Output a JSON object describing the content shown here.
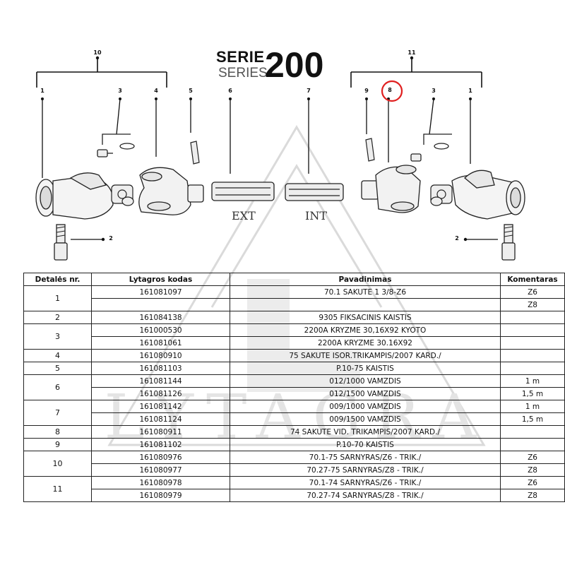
{
  "header": {
    "serie": "SERIE",
    "series": "SERIES",
    "number": "200"
  },
  "watermark": {
    "text": "LYTAGRA",
    "color": "#d9d9d9"
  },
  "diagram": {
    "callouts": {
      "c10": "10",
      "c11": "11",
      "l1": "1",
      "l3": "3",
      "l4": "4",
      "l5": "5",
      "l6": "6",
      "l7": "7",
      "r9": "9",
      "r8": "8",
      "r3": "3",
      "r1": "1",
      "l2": "2",
      "r2": "2"
    },
    "tube_labels": {
      "ext": "EXT",
      "int": "INT"
    },
    "highlight_color": "#e02020"
  },
  "table": {
    "headers": [
      "Detalės nr.",
      "Lytagros kodas",
      "Pavadinimas",
      "Komentaras"
    ],
    "groups": [
      {
        "nr": "1",
        "rows": [
          {
            "code": "161081097",
            "name": "70.1 SAKUTE 1 3/8-Z6",
            "comment": "Z6"
          },
          {
            "code": "",
            "name": "",
            "comment": "Z8"
          }
        ]
      },
      {
        "nr": "2",
        "rows": [
          {
            "code": "161084138",
            "name": "9305 FIKSACINIS KAISTIS",
            "comment": ""
          }
        ]
      },
      {
        "nr": "3",
        "rows": [
          {
            "code": "161000530",
            "name": "2200A KRYZME 30,16X92 KYOTO",
            "comment": ""
          },
          {
            "code": "161081061",
            "name": "2200A KRYZME 30.16X92",
            "comment": ""
          }
        ]
      },
      {
        "nr": "4",
        "rows": [
          {
            "code": "161080910",
            "name": "75 SAKUTE ISOR.TRIKAMPIS/2007 KARD./",
            "comment": ""
          }
        ]
      },
      {
        "nr": "5",
        "rows": [
          {
            "code": "161081103",
            "name": "P.10-75 KAISTIS",
            "comment": ""
          }
        ]
      },
      {
        "nr": "6",
        "rows": [
          {
            "code": "161081144",
            "name": "012/1000 VAMZDIS",
            "comment": "1 m"
          },
          {
            "code": "161081126",
            "name": "012/1500 VAMZDIS",
            "comment": "1,5 m"
          }
        ]
      },
      {
        "nr": "7",
        "rows": [
          {
            "code": "161081142",
            "name": "009/1000 VAMZDIS",
            "comment": "1 m"
          },
          {
            "code": "161081124",
            "name": "009/1500 VAMZDIS",
            "comment": "1,5 m"
          }
        ]
      },
      {
        "nr": "8",
        "rows": [
          {
            "code": "161080911",
            "name": "74 SAKUTE VID. TRIKAMPIS/2007 KARD./",
            "comment": ""
          }
        ]
      },
      {
        "nr": "9",
        "rows": [
          {
            "code": "161081102",
            "name": "P.10-70 KAISTIS",
            "comment": ""
          }
        ]
      },
      {
        "nr": "10",
        "rows": [
          {
            "code": "161080976",
            "name": "70.1-75 SARNYRAS/Z6 - TRIK./",
            "comment": "Z6"
          },
          {
            "code": "161080977",
            "name": "70.27-75 SARNYRAS/Z8 - TRIK./",
            "comment": "Z8"
          }
        ]
      },
      {
        "nr": "11",
        "rows": [
          {
            "code": "161080978",
            "name": "70.1-74 SARNYRAS/Z6 - TRIK./",
            "comment": "Z6"
          },
          {
            "code": "161080979",
            "name": "70.27-74 SARNYRAS/Z8 - TRIK./",
            "comment": "Z8"
          }
        ]
      }
    ]
  }
}
